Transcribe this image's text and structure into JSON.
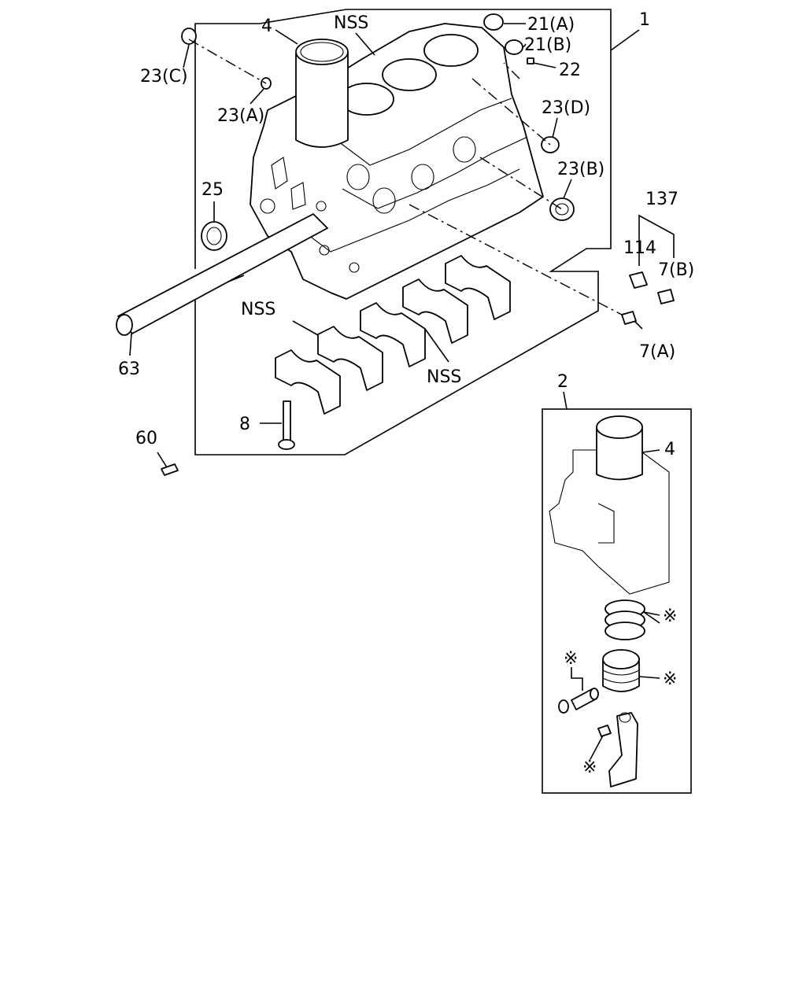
{
  "diagram": {
    "labels": {
      "l1": "1",
      "l2": "2",
      "l4_main": "4",
      "l4_kit": "4",
      "nss_top": "NSS",
      "nss_left": "NSS",
      "nss_bottom": "NSS",
      "l21a": "21(A)",
      "l21b": "21(B)",
      "l22": "22",
      "l23a": "23(A)",
      "l23b": "23(B)",
      "l23c": "23(C)",
      "l23d": "23(D)",
      "l25": "25",
      "l137": "137",
      "l114": "114",
      "l7a": "7(A)",
      "l7b": "7(B)",
      "l63": "63",
      "l8": "8",
      "l60": "60",
      "star_rings": "※",
      "star_piston": "※",
      "star_pin": "※",
      "star_bush": "※"
    }
  }
}
